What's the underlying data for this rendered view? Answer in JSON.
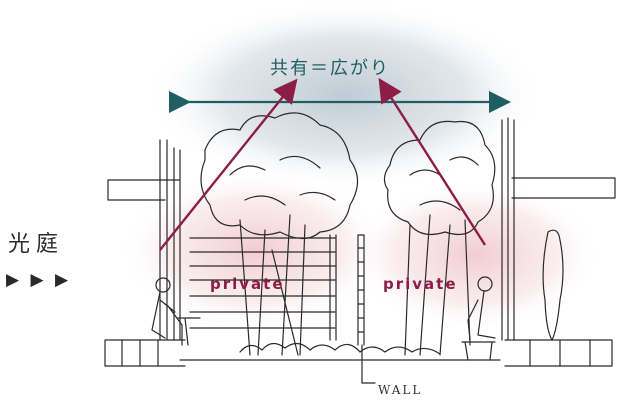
{
  "left_label": "光庭",
  "left_arrows": "▶ ▶ ▶",
  "title": "共有＝広がり",
  "private_left": "private",
  "private_right": "private",
  "wall_label": "WALL",
  "colors": {
    "teal": "#1f5e62",
    "crimson": "#8c1d47",
    "sky_glow": "#c3ced6",
    "pink_glow": "#efc9cf",
    "ink": "#2a2a2a"
  }
}
